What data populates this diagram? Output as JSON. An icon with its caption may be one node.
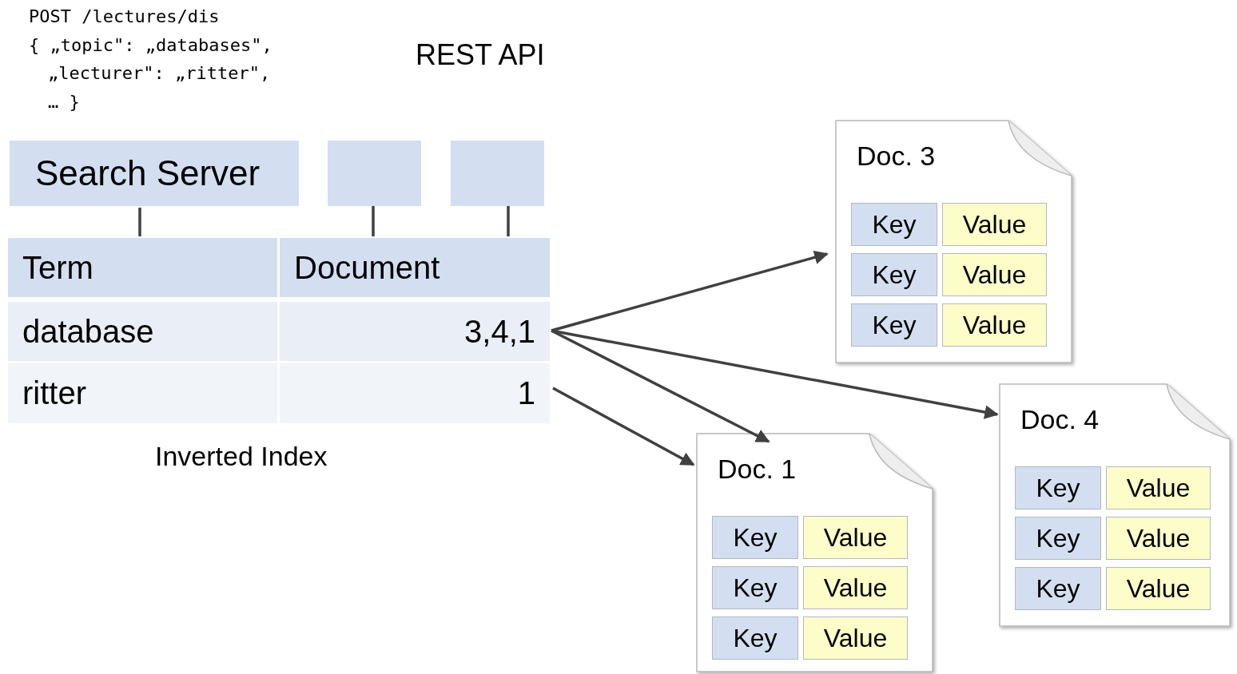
{
  "diagram": {
    "nodes": [
      {
        "text": [
          "Search Server"
        ]
      },
      {
        "text": [],
        "shape": "box"
      },
      {
        "text": [],
        "shape": "box"
      },
      {
        "text": [],
        "shape": "box",
        "beside": [
          "Inverted Index"
        ]
      },
      {
        "text": [
          "Term"
        ],
        "in": 3
      },
      {
        "text": [
          "Document"
        ],
        "in": 3
      },
      {
        "text": [
          "database"
        ],
        "in": 3
      },
      {
        "text": [
          "3,4,1"
        ],
        "in": 3
      },
      {
        "text": [
          "ritter"
        ],
        "in": 3
      },
      {
        "text": [
          "1"
        ],
        "in": 3
      },
      {
        "text": [
          "Doc. 3"
        ]
      },
      {
        "text": [
          "Key"
        ],
        "in": 10
      },
      {
        "text": [
          "Value"
        ],
        "in": 10
      },
      {
        "text": [
          "Key"
        ],
        "in": 10
      },
      {
        "text": [
          "Value"
        ],
        "in": 10
      },
      {
        "text": [
          "Key"
        ],
        "in": 10
      },
      {
        "text": [
          "Value"
        ],
        "in": 10
      },
      {
        "text": [
          "Doc. 4"
        ]
      },
      {
        "text": [
          "Key"
        ],
        "in": 17
      },
      {
        "text": [
          "Value"
        ],
        "in": 17
      },
      {
        "text": [
          "Key"
        ],
        "in": 17
      },
      {
        "text": [
          "Value"
        ],
        "in": 17
      },
      {
        "text": [
          "Key"
        ],
        "in": 17
      },
      {
        "text": [
          "Value"
        ],
        "in": 17
      },
      {
        "text": [
          "Doc. 1"
        ]
      },
      {
        "text": [
          "Key"
        ],
        "in": 24
      },
      {
        "text": [
          "Value"
        ],
        "in": 24
      },
      {
        "text": [
          "Key"
        ],
        "in": 24
      },
      {
        "text": [
          "Value"
        ],
        "in": 24
      },
      {
        "text": [
          "Key"
        ],
        "in": 24
      },
      {
        "text": [
          "Value"
        ],
        "in": 24
      }
    ],
    "edges": [
      {
        "from": 0,
        "to": 3,
        "arrow": "none"
      },
      {
        "from": 1,
        "to": 3,
        "arrow": "none"
      },
      {
        "from": 2,
        "to": 3,
        "arrow": "none"
      },
      {
        "from": 7,
        "to": 10,
        "arrow": "to"
      },
      {
        "from": 7,
        "to": 17,
        "arrow": "to"
      },
      {
        "from": 7,
        "to": 24,
        "arrow": "to"
      },
      {
        "from": 9,
        "to": 24,
        "arrow": "to"
      }
    ],
    "labels": [
      "POST /lectures/dis",
      "{ „topic\": „databases\",",
      "„lecturer\": „ritter\",",
      "… }",
      "REST API"
    ]
  }
}
